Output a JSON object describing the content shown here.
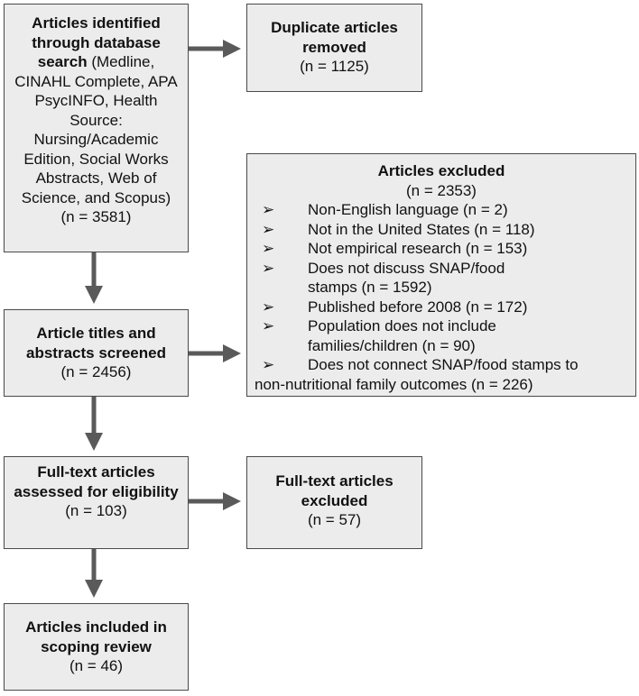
{
  "boxes": {
    "identified": {
      "title": "Articles identified through database search",
      "detail": " (Medline, CINAHL Complete, APA PsycINFO, Health Source: Nursing/Academic Edition, Social Works Abstracts, Web of Science, and Scopus)",
      "count": "(n = 3581)"
    },
    "screened": {
      "title": "Article titles and abstracts screened",
      "count": "(n = 2456)"
    },
    "assessed": {
      "title": "Full-text articles assessed for eligibility",
      "count": "(n = 103)"
    },
    "included": {
      "title": "Articles included in scoping review",
      "count": "(n = 46)"
    },
    "duplicates": {
      "title": "Duplicate articles removed",
      "count": "(n = 1125)"
    },
    "excluded": {
      "title": "Articles excluded",
      "count": "(n = 2353)",
      "bullet": "➢",
      "reasons": [
        {
          "line1": "Non-English language (n = 2)",
          "line2": ""
        },
        {
          "line1": "Not in the United States (n = 118)",
          "line2": ""
        },
        {
          "line1": "Not empirical research (n = 153)",
          "line2": ""
        },
        {
          "line1": "Does not discuss SNAP/food",
          "line2": "stamps (n = 1592)"
        },
        {
          "line1": "Published before 2008 (n = 172)",
          "line2": ""
        },
        {
          "line1": "Population does not include",
          "line2": "families/children (n = 90)"
        },
        {
          "line1": "Does not connect SNAP/food stamps to",
          "line2": "non-nutritional family outcomes (n = 226)"
        }
      ]
    },
    "fulltext_excluded": {
      "title": "Full-text articles excluded",
      "count": "(n = 57)"
    }
  },
  "colors": {
    "box_fill": "#ececec",
    "box_border": "#4a4a4a",
    "arrow": "#5a5a5a"
  }
}
